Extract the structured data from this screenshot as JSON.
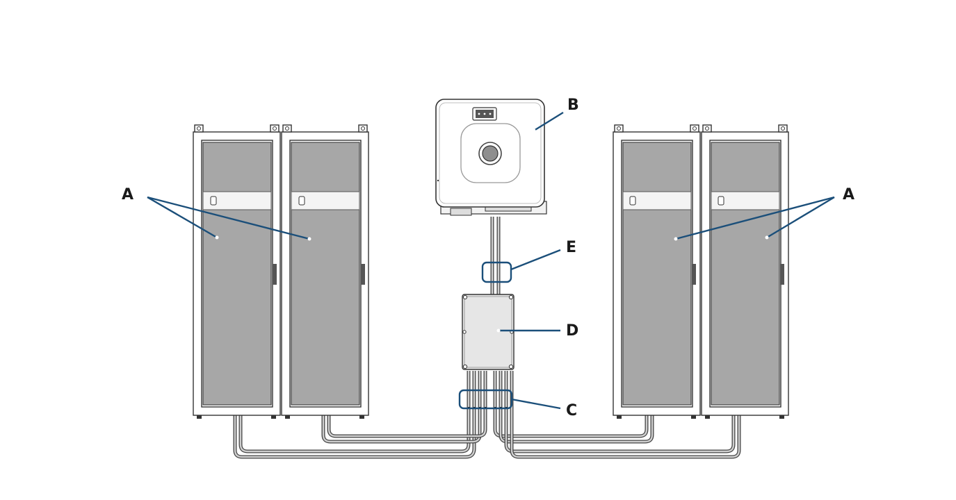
{
  "labels": {
    "a_left": "A",
    "a_right": "A",
    "b": "B",
    "c": "C",
    "d": "D",
    "e": "E"
  },
  "colors": {
    "leader_line": "#1b4f7a",
    "cabinet_panel": "#a7a7a7",
    "enclosure_fill": "#e6e6e6"
  }
}
